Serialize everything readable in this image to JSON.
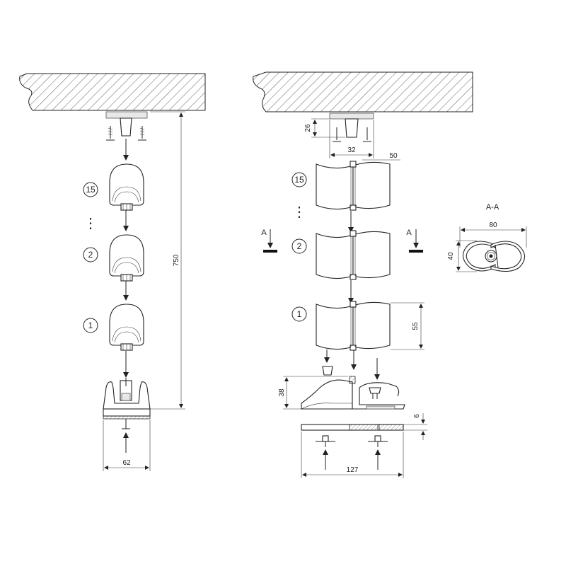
{
  "left_view": {
    "callouts": [
      "15",
      "2",
      "1"
    ],
    "ellipsis": "⋮",
    "dim_height": "750",
    "dim_width": "62"
  },
  "right_view": {
    "callouts": [
      "15",
      "2",
      "1"
    ],
    "ellipsis": "⋮",
    "section_marker": "A",
    "dim_mount_height": "26",
    "dim_mount_width": "32",
    "dim_segment_width": "50",
    "dim_segment_height": "55",
    "dim_base_height": "38",
    "dim_plate_thickness": "6",
    "dim_base_width": "127"
  },
  "section_view": {
    "title": "A-A",
    "dim_width": "80",
    "dim_height": "40"
  }
}
